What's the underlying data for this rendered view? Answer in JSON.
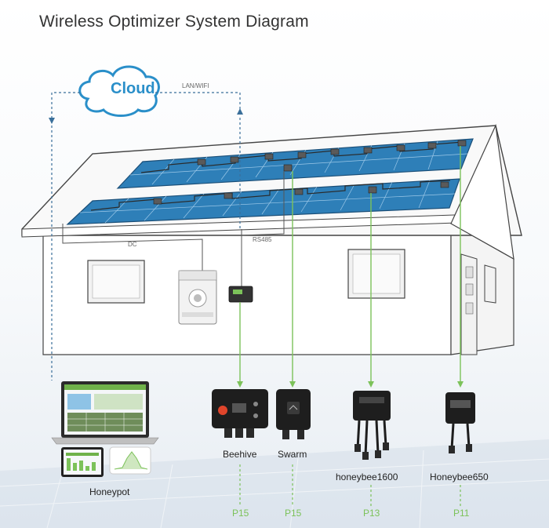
{
  "title": "Wireless Optimizer System Diagram",
  "cloud": {
    "label": "Cloud",
    "link_label": "LAN/WIFI"
  },
  "wiring": {
    "dc_label": "DC",
    "rs485_label": "RS485"
  },
  "devices": [
    {
      "name": "Beehive",
      "page": "P15"
    },
    {
      "name": "Swarm",
      "page": "P15"
    },
    {
      "name": "honeybee1600",
      "page": "P13"
    },
    {
      "name": "Honeybee650",
      "page": "P11"
    }
  ],
  "monitoring": {
    "name": "Honeypot"
  },
  "colors": {
    "accent_green": "#7cc25a",
    "cloud_blue": "#2a8fc9",
    "panel_blue": "#2e7fb8",
    "link_dashed": "#3a6f9a"
  }
}
